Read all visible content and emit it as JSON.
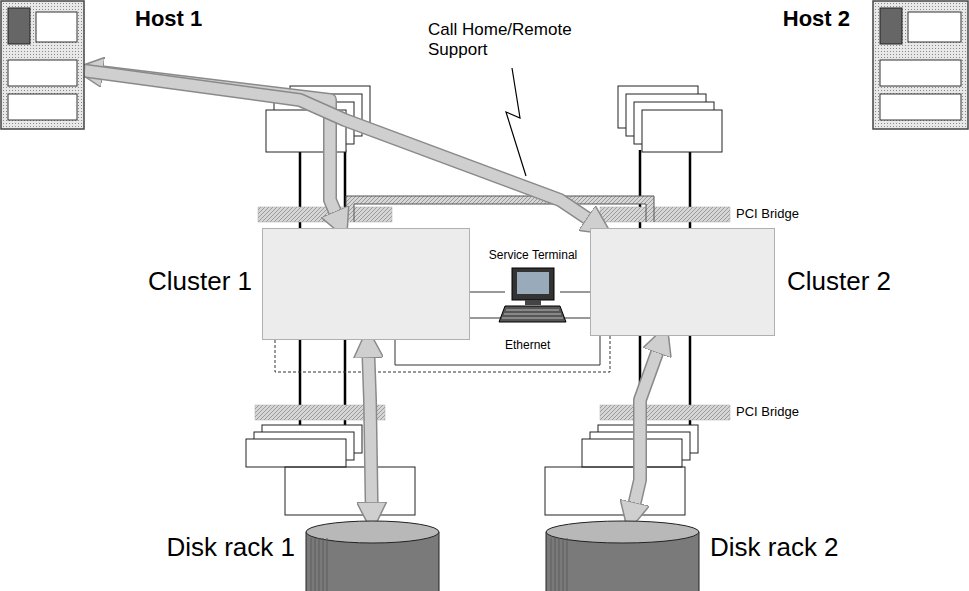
{
  "diagram": {
    "nodes": [
      {
        "text": [
          "Host 1"
        ]
      },
      {
        "text": [
          "Host 2"
        ]
      },
      {
        "text": [
          "Cluster 1"
        ]
      },
      {
        "text": [
          "Cluster 2"
        ]
      },
      {
        "text": [
          "Disk rack 1"
        ]
      },
      {
        "text": [
          "Disk rack 2"
        ]
      }
    ],
    "edges": [
      {
        "from": 0,
        "to": 2,
        "arrow": "both"
      },
      {
        "from": 0,
        "to": 3,
        "arrow": "to"
      },
      {
        "from": 2,
        "to": 4,
        "arrow": "both"
      },
      {
        "from": 3,
        "to": 5,
        "arrow": "both"
      }
    ],
    "labels": [
      "Call Home/Remote Support",
      "PCI Bridge",
      "PCI Bridge",
      "Service Terminal",
      "Ethernet"
    ]
  }
}
